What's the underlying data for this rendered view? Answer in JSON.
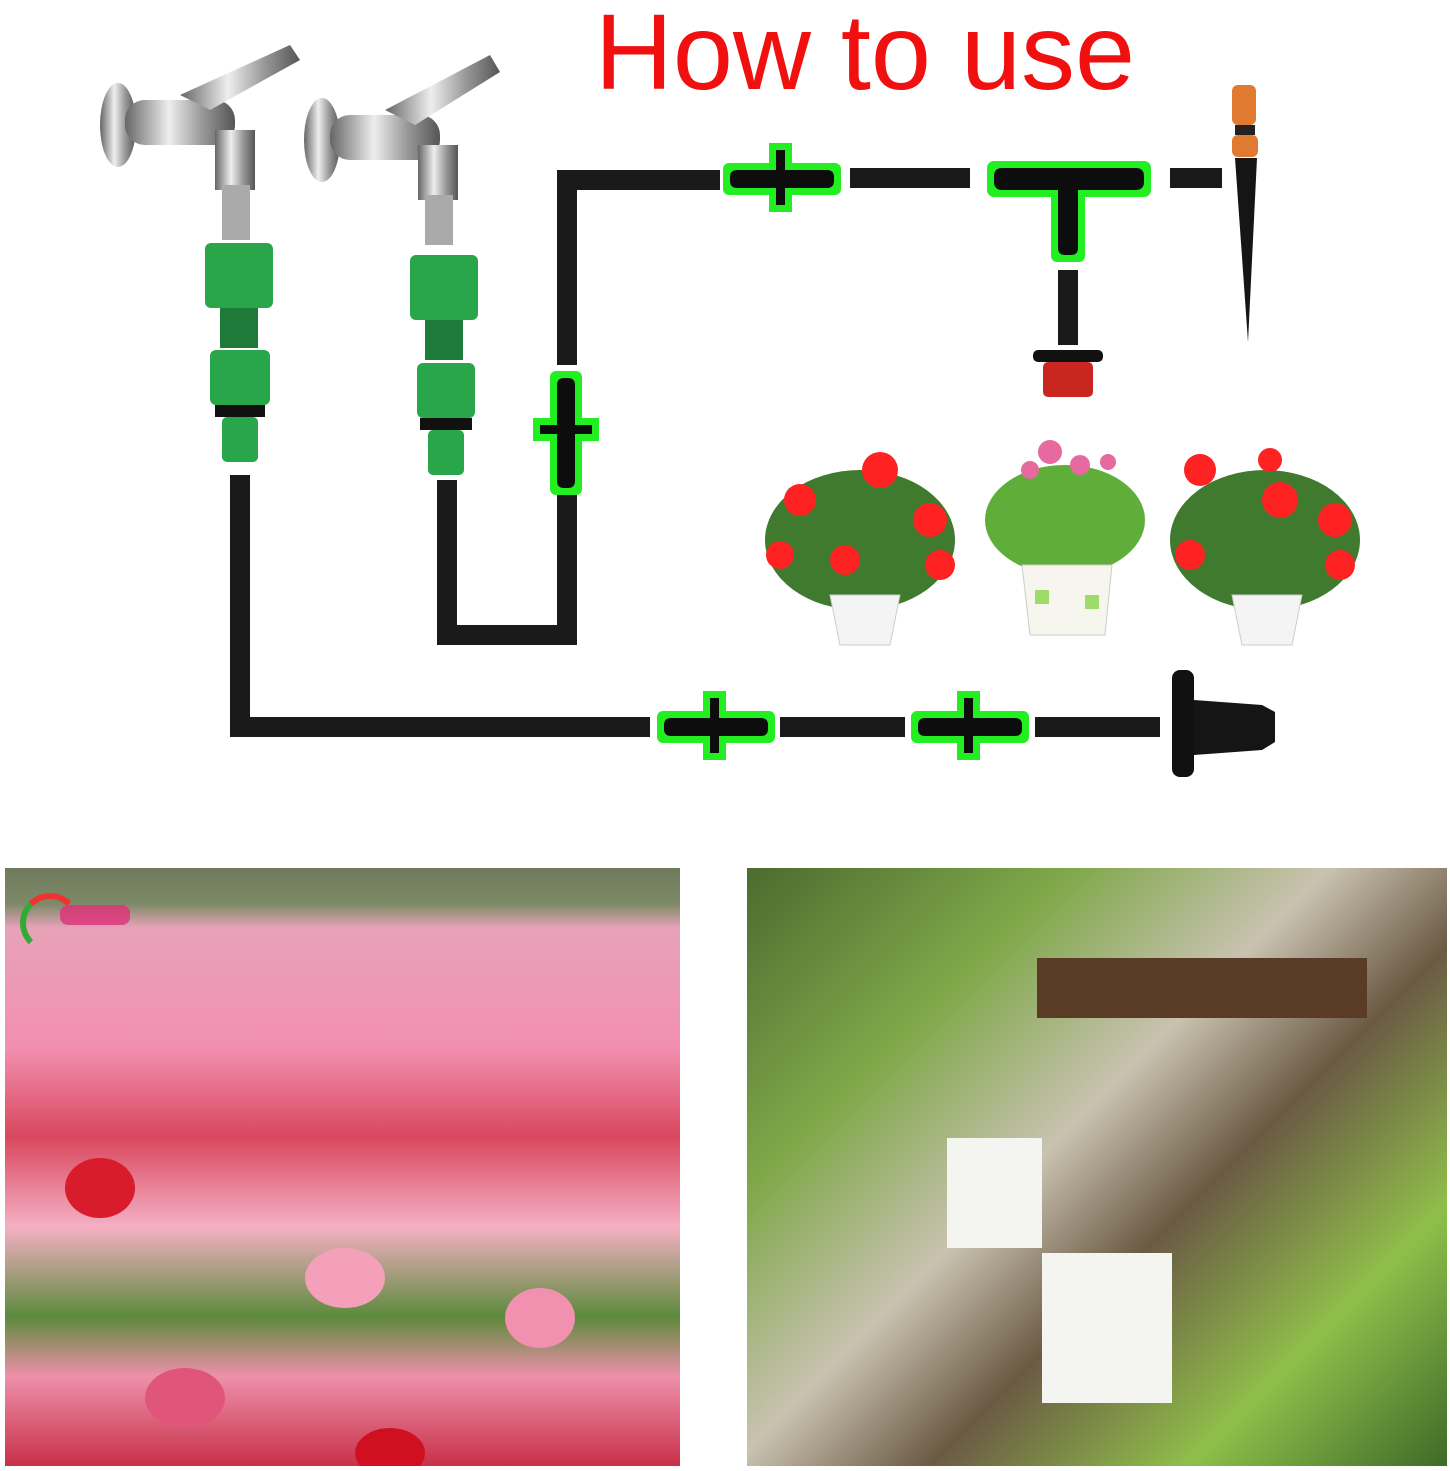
{
  "title": "How to use",
  "colors": {
    "title": "#f01010",
    "pipe": "#1a1a1a",
    "connector_glow": "#22ee22",
    "adapter": "#2aa64a",
    "dripper": "#c8261e",
    "stake_head": "#e07a30"
  },
  "diagram": {
    "components": [
      "faucet",
      "faucet",
      "hose-quick-connector",
      "hose-quick-connector",
      "straight-barbed-connector",
      "tee-connector",
      "adjustable-sprinkler-stake",
      "red-dripper",
      "end-plug"
    ],
    "plants": [
      "red-impatiens-pot",
      "pink-daisy-pot",
      "red-impatiens-pot"
    ]
  },
  "photos": {
    "left": {
      "subject": "flower-field",
      "watermark": "logo"
    },
    "right": {
      "subject": "potted-plants-on-stands"
    }
  }
}
